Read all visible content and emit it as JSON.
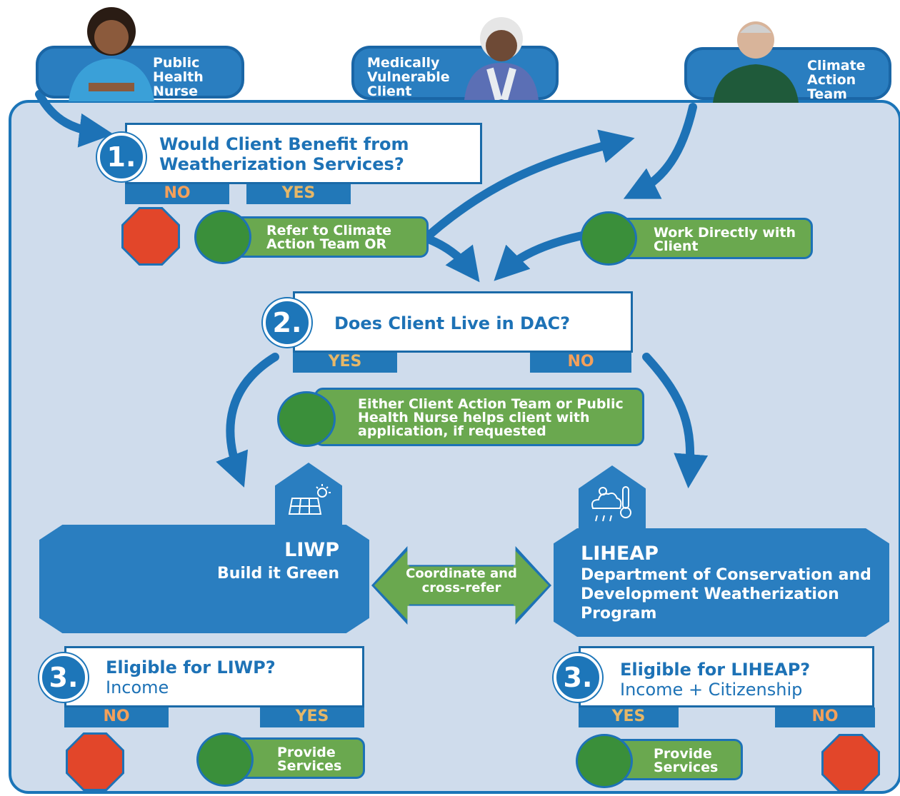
{
  "actors": {
    "nurse": "Public Health Nurse",
    "client": "Medically Vulnerable Client",
    "climate_team": "Climate Action Team"
  },
  "q1": {
    "number": "1.",
    "title": "Would Client Benefit from Weatherization Services?",
    "no": "NO",
    "yes": "YES",
    "refer": "Refer to Climate Action Team OR",
    "work": "Work Directly with Client"
  },
  "q2": {
    "number": "2.",
    "title": "Does Client Live in DAC?",
    "yes": "YES",
    "no": "NO",
    "help": "Either Client Action Team or Public Health Nurse helps client with application, if requested"
  },
  "liwp": {
    "name": "LIWP",
    "org": "Build it Green"
  },
  "coordinate": "Coordinate and cross-refer",
  "liheap": {
    "name": "LIHEAP",
    "org": "Department of Conservation and Development Weatherization Program"
  },
  "q3_liwp": {
    "number": "3.",
    "title": "Eligible for LIWP?",
    "criteria": "Income",
    "no": "NO",
    "yes": "YES",
    "action": "Provide Services"
  },
  "q3_liheap": {
    "number": "3.",
    "title": "Eligible for LIHEAP?",
    "criteria": "Income + Citizenship",
    "yes": "YES",
    "no": "NO",
    "action": "Provide Services"
  },
  "colors": {
    "blue": "#1d72b6",
    "panel": "#cfdcec",
    "green": "#6aa84f",
    "stop": "#e2462a",
    "no_text": "#f4a05a"
  }
}
